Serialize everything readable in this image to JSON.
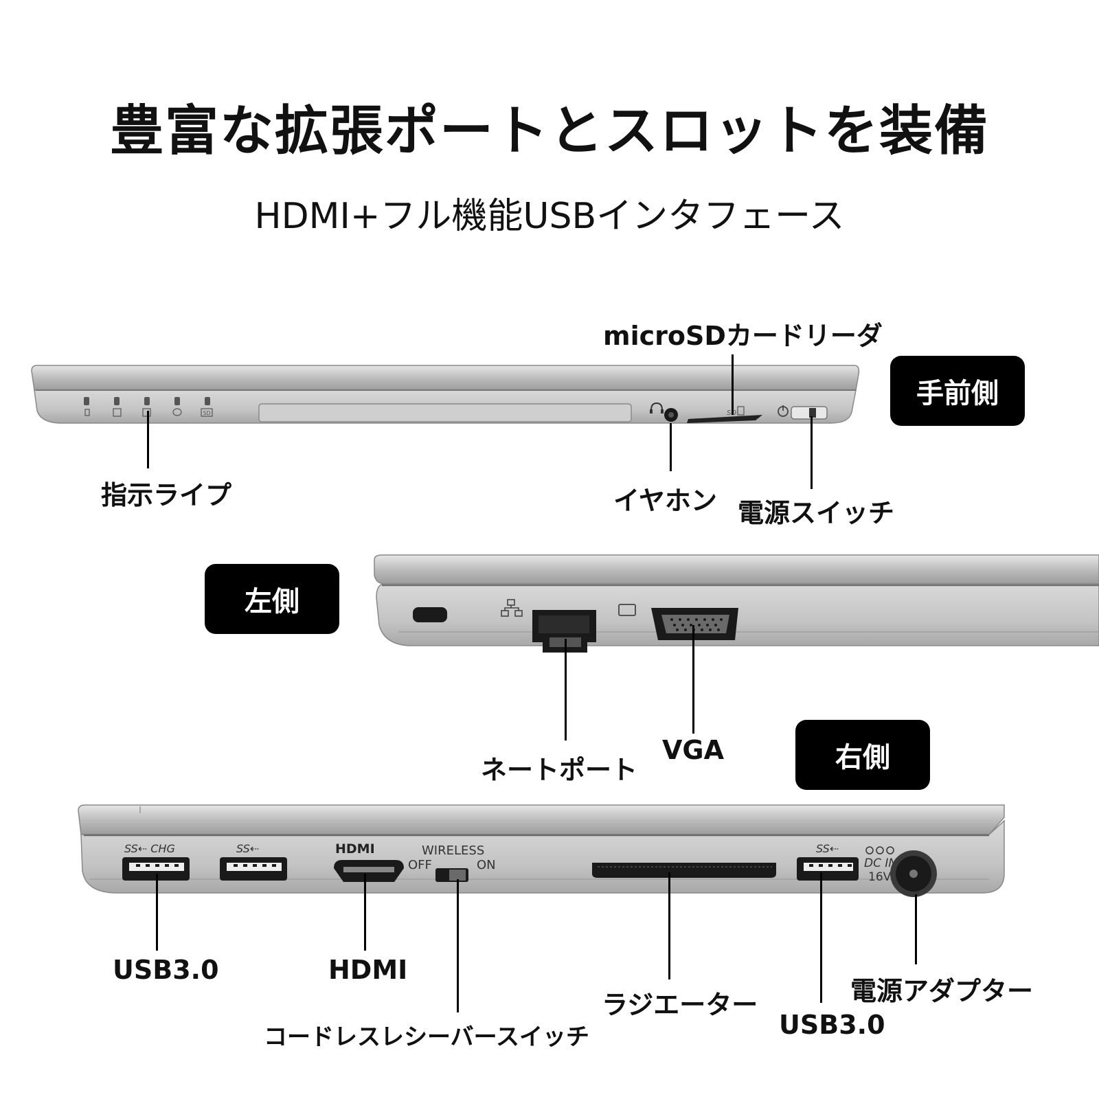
{
  "header": {
    "title": "豊富な拡張ポートとスロットを装備",
    "subtitle": "HDMI+フル機能USBインタフェース"
  },
  "badges": {
    "front": "手前側",
    "left": "左側",
    "right": "右側"
  },
  "front_labels": {
    "indicator": "指示ライプ",
    "earphone": "イヤホン",
    "microsd": "microSDカードリーダ",
    "power_switch": "電源スイッチ"
  },
  "left_labels": {
    "network": "ネートポート",
    "vga": "VGA"
  },
  "right_labels": {
    "usb_a": "USB3.0",
    "hdmi": "HDMI",
    "wireless_switch": "コードレスレシーバースイッチ",
    "radiator": "ラジエーター",
    "usb_b": "USB3.0",
    "power_adapter": "電源アダプター"
  },
  "port_markings": {
    "ss_chg": "SS⇠ CHG",
    "ss": "SS⇠",
    "hdmi_logo": "HDMI",
    "wireless": "WIRELESS",
    "off": "OFF",
    "on": "ON",
    "dc_in": "DC IN",
    "volt": "16V",
    "sd": "SD"
  },
  "colors": {
    "chassis": "#c8c8c8",
    "chassis_dark": "#9a9a9a",
    "port": "#1a1a1a",
    "badge": "#000000"
  }
}
